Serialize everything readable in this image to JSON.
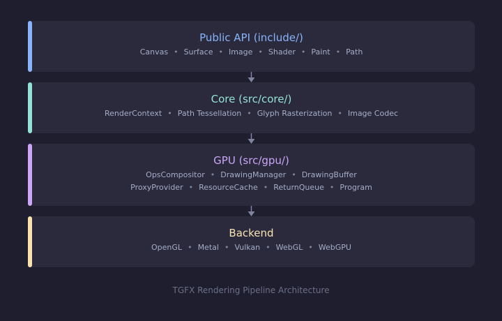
{
  "layers": [
    {
      "title": "Public API  (include/)",
      "color": "#89b4fa",
      "lines": [
        [
          "Canvas",
          "Surface",
          "Image",
          "Shader",
          "Paint",
          "Path"
        ]
      ]
    },
    {
      "title": "Core  (src/core/)",
      "color": "#94e2d5",
      "lines": [
        [
          "RenderContext",
          "Path Tessellation",
          "Glyph Rasterization",
          "Image Codec"
        ]
      ]
    },
    {
      "title": "GPU  (src/gpu/)",
      "color": "#cba6f7",
      "lines": [
        [
          "OpsCompositor",
          "DrawingManager",
          "DrawingBuffer"
        ],
        [
          "ProxyProvider",
          "ResourceCache",
          "ReturnQueue",
          "Program"
        ]
      ]
    },
    {
      "title": "Backend",
      "color": "#f9e2af",
      "lines": [
        [
          "OpenGL",
          "Metal",
          "Vulkan",
          "WebGL",
          "WebGPU"
        ]
      ]
    }
  ],
  "caption": "TGFX Rendering Pipeline Architecture"
}
